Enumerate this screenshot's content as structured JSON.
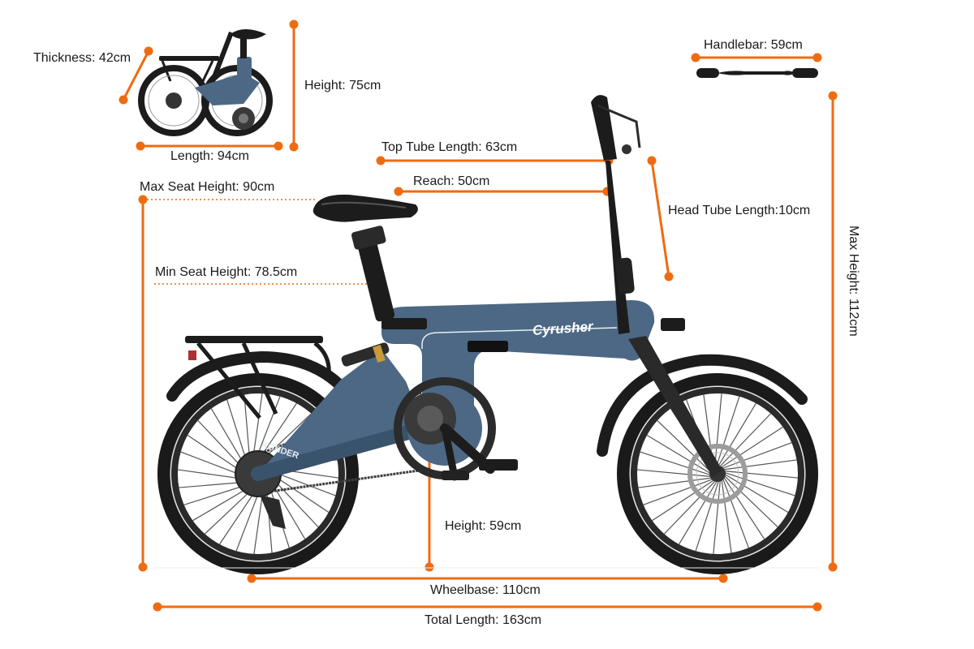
{
  "colors": {
    "accent": "#ef6b12",
    "frame": "#4c6884",
    "frame_dark": "#3a536d",
    "tire": "#1c1c1c",
    "text": "#1a1a1a"
  },
  "brand": {
    "downtube_logo": "Cyrusher",
    "chainstay_logo": "KONDER"
  },
  "measurements": {
    "thickness": "Thickness: 42cm",
    "folded_height": "Height: 75cm",
    "folded_length": "Length: 94cm",
    "handlebar": "Handlebar: 59cm",
    "top_tube": "Top Tube Length: 63cm",
    "reach": "Reach: 50cm",
    "head_tube": "Head Tube Length:10cm",
    "max_seat_height": "Max Seat Height: 90cm",
    "min_seat_height": "Min Seat Height: 78.5cm",
    "max_height": "Max Height: 112cm",
    "bb_height": "Height: 59cm",
    "wheelbase": "Wheelbase: 110cm",
    "total_length": "Total Length: 163cm"
  }
}
